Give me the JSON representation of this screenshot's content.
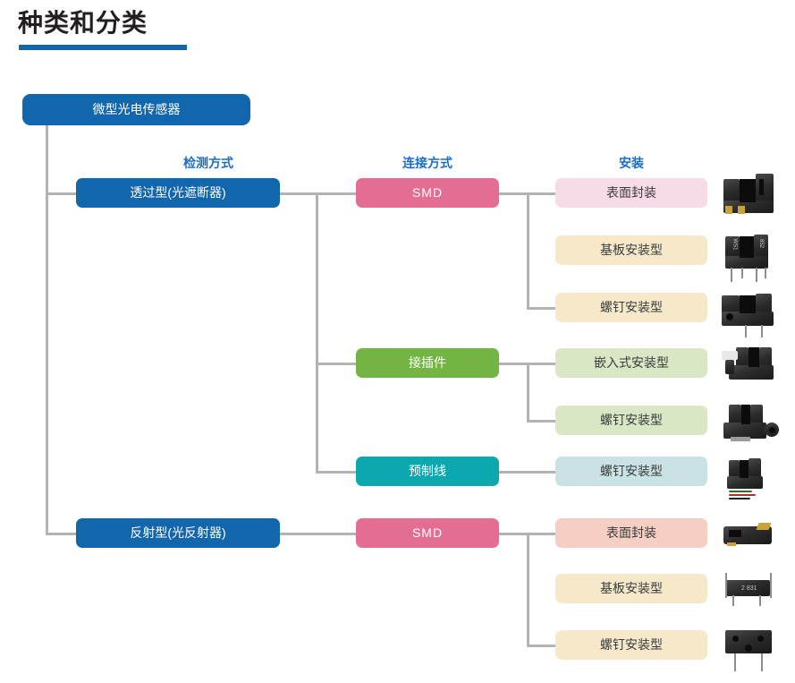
{
  "header": {
    "title": "种类和分类"
  },
  "colors": {
    "accent_blue": "#1766ac",
    "node_blue": "#1266ab",
    "node_pink": "#e46e92",
    "node_green": "#72b544",
    "node_teal": "#0da7b0",
    "leaf_pink": "#f7dbe6",
    "leaf_salmon": "#f6cfc4",
    "leaf_cream": "#f6e9c9",
    "leaf_green": "#d9e7c4",
    "leaf_blue": "#c9e3e4",
    "connector_gray": "#b3b3b3",
    "header_text_blue": "#1a6fc4"
  },
  "columns": [
    {
      "id": "detection",
      "label": "检测方式"
    },
    {
      "id": "connection",
      "label": "连接方式"
    },
    {
      "id": "mounting",
      "label": "安装"
    }
  ],
  "root": {
    "label": "微型光电传感器"
  },
  "nodes": {
    "detection": [
      {
        "label": "透过型(光遮断器)"
      },
      {
        "label": "反射型(光反射器)"
      }
    ],
    "connection": [
      {
        "label": "SMD"
      },
      {
        "label": "接插件"
      },
      {
        "label": "预制线"
      },
      {
        "label": "SMD"
      }
    ],
    "mounting": [
      {
        "label": "表面封装"
      },
      {
        "label": "基板安装型"
      },
      {
        "label": "螺钉安装型"
      },
      {
        "label": "嵌入式安装型"
      },
      {
        "label": "螺钉安装型"
      },
      {
        "label": "螺钉安装型"
      },
      {
        "label": "表面封装"
      },
      {
        "label": "基板安装型"
      },
      {
        "label": "螺钉安装型"
      }
    ]
  },
  "photos": [
    {
      "name": "photo-transmissive-surface-mount"
    },
    {
      "name": "photo-transmissive-pcb-mount"
    },
    {
      "name": "photo-transmissive-screw-mount"
    },
    {
      "name": "photo-connector-embedded-mount"
    },
    {
      "name": "photo-connector-screw-mount"
    },
    {
      "name": "photo-cable-screw-mount"
    },
    {
      "name": "photo-reflective-surface-mount"
    },
    {
      "name": "photo-reflective-pcb-mount"
    },
    {
      "name": "photo-reflective-screw-mount"
    }
  ]
}
